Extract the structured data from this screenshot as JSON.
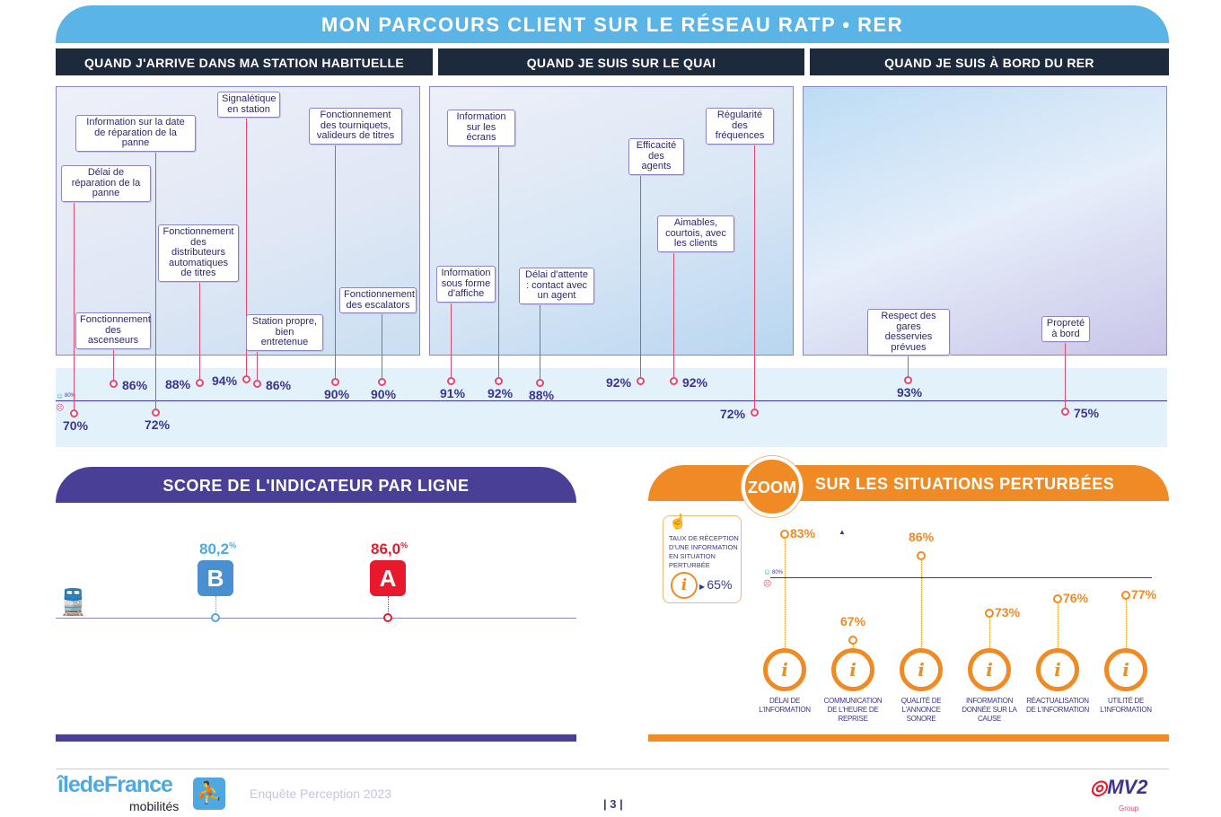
{
  "title": "MON PARCOURS CLIENT SUR LE RÉSEAU RATP • RER",
  "sections": [
    "QUAND J'ARRIVE DANS MA STATION HABITUELLE",
    "QUAND JE SUIS SUR LE QUAI",
    "QUAND JE SUIS À BORD DU RER"
  ],
  "threshold_label": "80%",
  "journey": [
    {
      "label": "Délai de réparation de la panne",
      "value": "70%"
    },
    {
      "label": "Fonctionnement des ascenseurs",
      "value": "86%"
    },
    {
      "label": "Information sur la date de réparation de la panne",
      "value": "72%"
    },
    {
      "label": "Fonctionnement des distributeurs automatiques de titres",
      "value": "88%"
    },
    {
      "label": "Signalétique en station",
      "value": "94%"
    },
    {
      "label": "Station propre, bien entretenue",
      "value": "86%"
    },
    {
      "label": "Fonctionnement des tourniquets, valideurs de titres",
      "value": "90%"
    },
    {
      "label": "Fonctionnement des escalators",
      "value": "90%"
    },
    {
      "label": "Information sous forme d'affiche",
      "value": "91%"
    },
    {
      "label": "Information sur les écrans",
      "value": "92%"
    },
    {
      "label": "Délai d'attente : contact avec un agent",
      "value": "88%"
    },
    {
      "label": "Efficacité des agents",
      "value": "92%"
    },
    {
      "label": "Aimables, courtois, avec les clients",
      "value": "92%"
    },
    {
      "label": "Régularité des fréquences",
      "value": "72%"
    },
    {
      "label": "Respect des gares desservies prévues",
      "value": "93%"
    },
    {
      "label": "Propreté à bord",
      "value": "75%"
    }
  ],
  "lines_section": {
    "title": "SCORE DE L'INDICATEUR PAR LIGNE",
    "lines": [
      {
        "letter": "B",
        "value": "80,2",
        "unit": "%",
        "color": "#4a90d0"
      },
      {
        "letter": "A",
        "value": "86,0",
        "unit": "%",
        "color": "#e8192c"
      }
    ]
  },
  "zoom_section": {
    "badge": "ZOOM",
    "title": "SUR LES SITUATIONS PERTURBÉES",
    "reception_label": "TAUX DE RÉCEPTION D'UNE INFORMATION EN SITUATION PERTURBÉE",
    "reception_value": "65%",
    "items": [
      {
        "label": "DÉLAI DE L'INFORMATION",
        "value": "83%"
      },
      {
        "label": "COMMUNICATION DE L'HEURE DE REPRISE",
        "value": "67%"
      },
      {
        "label": "QUALITÉ DE L'ANNONCE SONORE",
        "value": "86%"
      },
      {
        "label": "INFORMATION DONNÉE SUR LA CAUSE",
        "value": "73%"
      },
      {
        "label": "RÉACTUALISATION DE L'INFORMATION",
        "value": "76%"
      },
      {
        "label": "UTILITÉ DE L'INFORMATION",
        "value": "77%"
      }
    ]
  },
  "footer": {
    "logo_main": "îledeFrance",
    "logo_sub": "mobilités",
    "survey": "Enquête Perception 2023",
    "page": "3",
    "partner": "MV2",
    "partner_sub": "Group"
  },
  "colors": {
    "accent_blue": "#5ab4e6",
    "purple": "#4a3f96",
    "orange": "#f08a24",
    "red": "#e8476b"
  }
}
